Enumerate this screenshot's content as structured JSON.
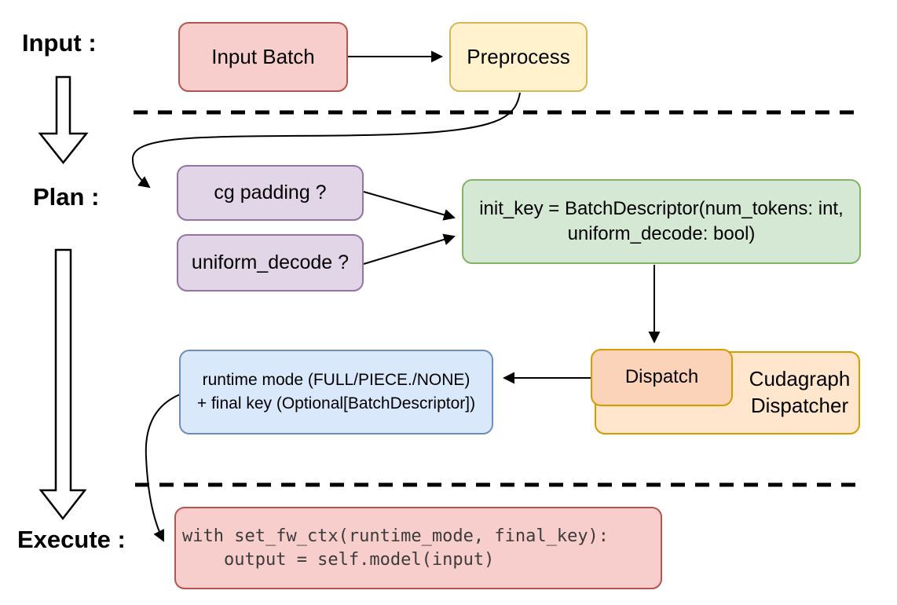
{
  "phases": {
    "input_label": "Input :",
    "plan_label": "Plan :",
    "execute_label": "Execute :"
  },
  "nodes": {
    "input_batch": "Input Batch",
    "preprocess": "Preprocess",
    "cg_padding": "cg padding ?",
    "uniform_decode": "uniform_decode ?",
    "init_key_line1": "init_key = BatchDescriptor(num_tokens: int,",
    "init_key_line2": "uniform_decode: bool)",
    "runtime_line1": "runtime mode (FULL/PIECE./NONE)",
    "runtime_line2": "+ final key (Optional[BatchDescriptor])",
    "dispatch": "Dispatch",
    "cudagraph_line1": "Cudagraph",
    "cudagraph_line2": "Dispatcher",
    "code_line1": "with set_fw_ctx(runtime_mode, final_key):",
    "code_line2": "    output = self.model(input)"
  },
  "colors": {
    "red_fill": "#f8cecc",
    "red_stroke": "#b85450",
    "yellow_fill": "#fff2cc",
    "yellow_stroke": "#d6b656",
    "purple_fill": "#e1d5e7",
    "purple_stroke": "#9673a6",
    "green_fill": "#d5e8d4",
    "green_stroke": "#82b366",
    "orange_fill": "#ffe6cc",
    "orange_stroke": "#d79b00",
    "dispatch_fill": "#fad3b8",
    "blue_fill": "#dae8fc",
    "blue_stroke": "#6c8ebf",
    "arrow_color": "#000000"
  }
}
